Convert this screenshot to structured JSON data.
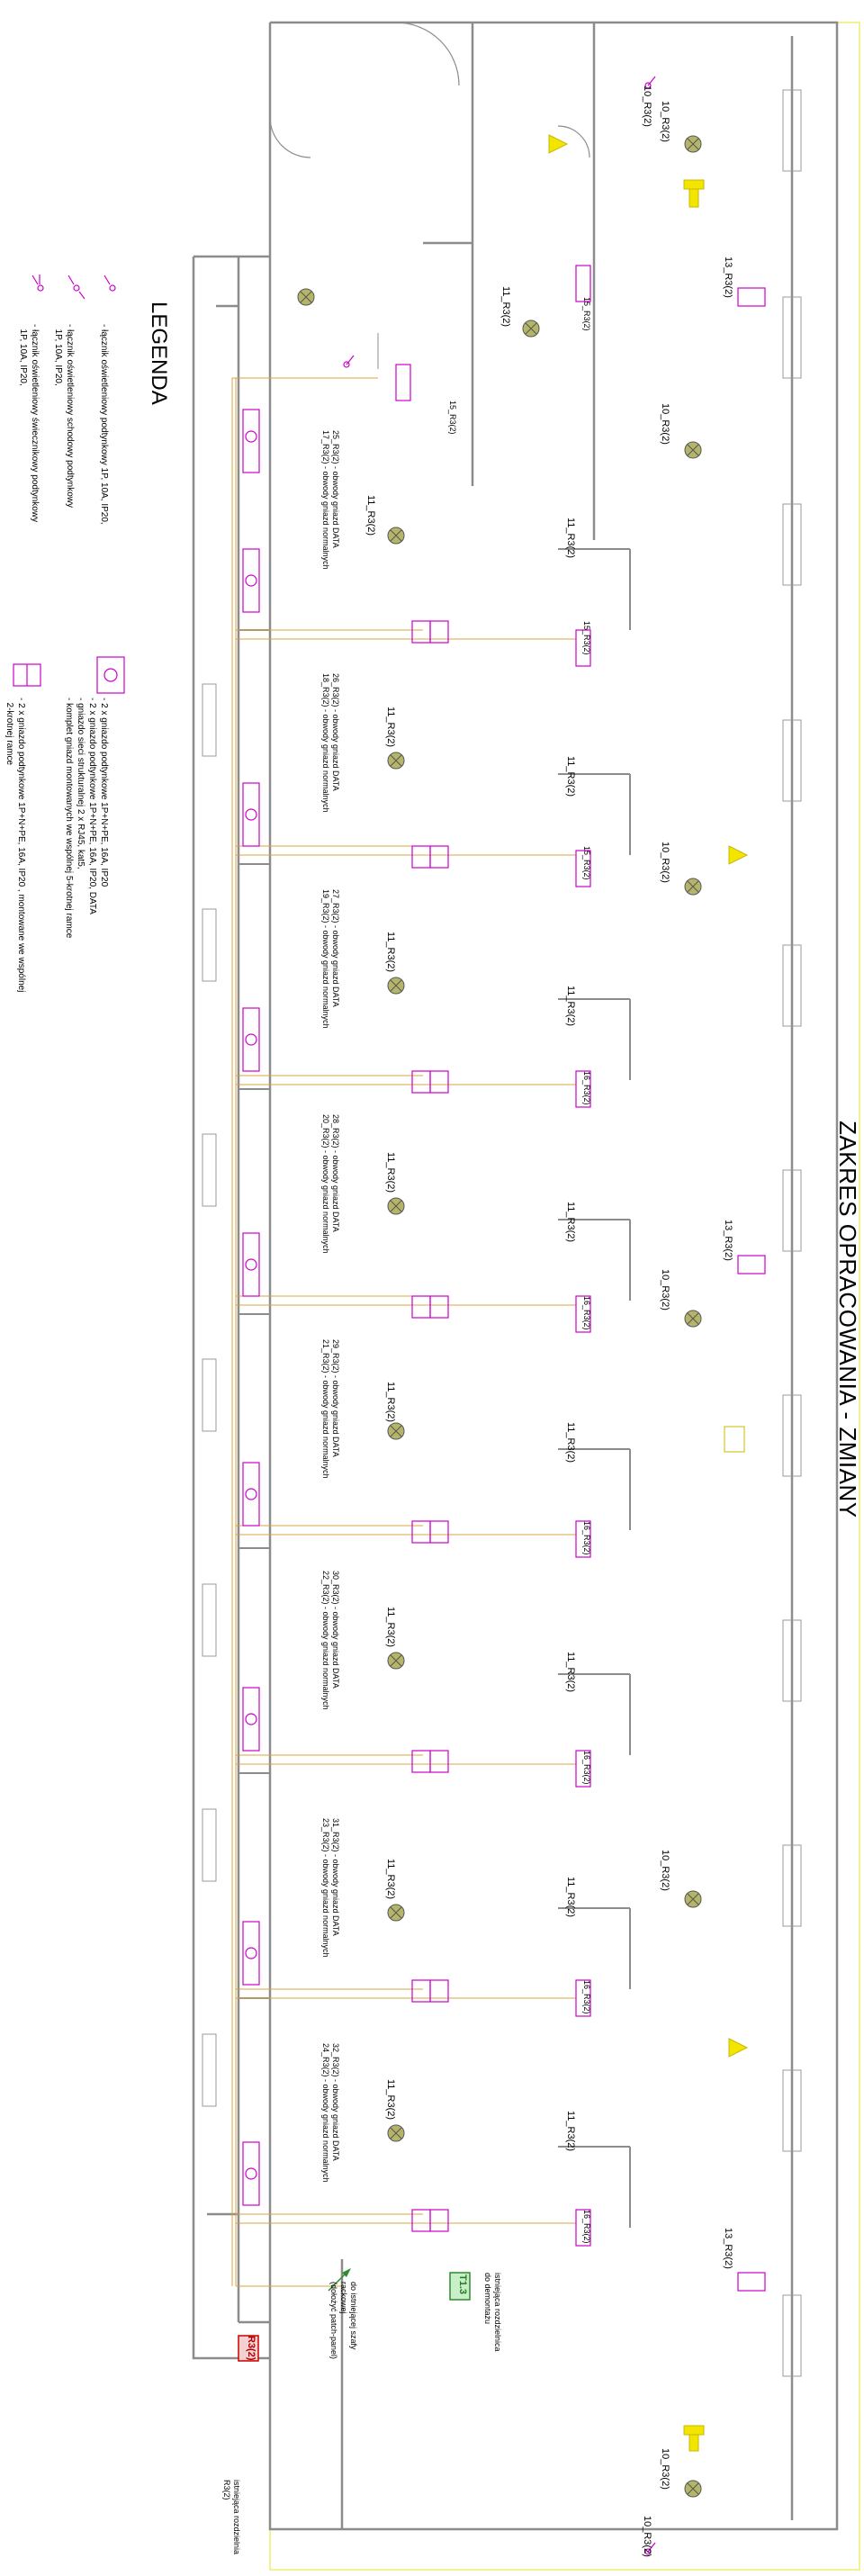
{
  "title": "ZAKRES OPRACOWANIA - ZMIANY",
  "legend": {
    "heading": "LEGENDA",
    "items": [
      {
        "icon": "switch-single-icon",
        "text": "- łącznik oświetleniowy podtynkowy 1P, 10A, IP20,"
      },
      {
        "icon": "switch-stair-icon",
        "text": "- łącznik oświetleniowy schodowy podtynkowy\n  1P, 10A, IP20,"
      },
      {
        "icon": "switch-double-icon",
        "text": "- łącznik oświetleniowy świecznikowy podtynkowy\n  1P, 10A, IP20,"
      },
      {
        "icon": "socket-data-combo-icon",
        "text": "- 2 x gniazdo podtynkowe 1P+N+PE, 16A, IP20\n- 2 x gniazdo podtynkowe 1P+N+PE, 16A, IP20, DATA\n- gniazdo sieci strukturalnej 2 x RJ45, kat5,\n- komplet gniazd montowanych we wspólnej 5-krotnej ramce"
      },
      {
        "icon": "socket-double-icon",
        "text": "- 2 x gniazdo podtynkowe 1P+N+PE, 16A, IP20 , montowane we wspólnej\n  2-krotnej ramce"
      }
    ]
  },
  "labels": {
    "r10": "10_R3(2)",
    "r11": "11_R3(2)",
    "r13": "13_R3(2)",
    "r15": "15_R3(2)",
    "r16": "16_R3(2)",
    "r3": "R3(2)",
    "t13": "T1.3"
  },
  "circuits": [
    "25_R3(2) - obwody gniazd DATA\n17_R3(2) - obwody gniazd normalnych",
    "26_R3(2) - obwody gniazd DATA\n18_R3(2) - obwody gniazd normalnych",
    "27_R3(2) - obwody gniazd DATA\n19_R3(2) - obwody gniazd normalnych",
    "28_R3(2) - obwody gniazd DATA\n20_R3(2) - obwody gniazd normalnych",
    "29_R3(2) - obwody gniazd DATA\n21_R3(2) - obwody gniazd normalnych",
    "30_R3(2) - obwody gniazd DATA\n22_R3(2) - obwody gniazd normalnych",
    "31_R3(2) - obwody gniazd DATA\n23_R3(2) - obwody gniazd normalnych",
    "32_R3(2) - obwody gniazd DATA\n24_R3(2) - obwody gniazd normalnych"
  ],
  "notes": {
    "istniejaca_rozdzielnia": "istniejąca rozdzielnia\nR3(2)",
    "do_demontazu": "istniejąca rozdzielnica\ndo demontażu",
    "szafa": "do istniejącej szafy\nrackowej\n(dołożyć patch-panel)"
  },
  "colors": {
    "walls": "#8c8c8c",
    "device": "#cc00cc",
    "cable": "#d9a441",
    "lamp_fill": "#b5b56a",
    "yellow": "#f2e500",
    "red": "#cc0000",
    "green": "#2e8b2e"
  }
}
